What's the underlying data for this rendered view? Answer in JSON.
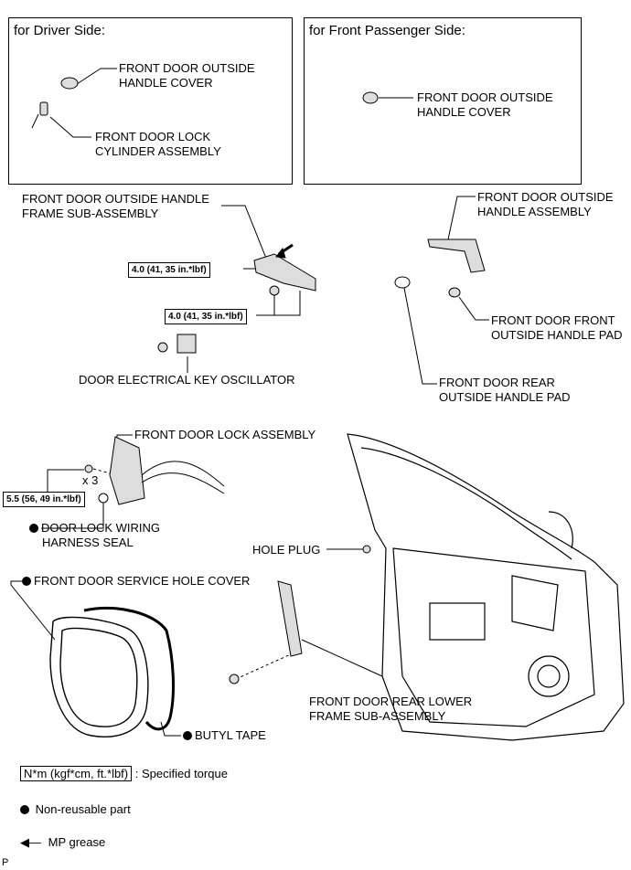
{
  "driver_box": {
    "title": "for Driver Side:",
    "handle_cover": [
      "FRONT DOOR OUTSIDE",
      "HANDLE COVER"
    ],
    "lock_cylinder": [
      "FRONT DOOR LOCK",
      "CYLINDER ASSEMBLY"
    ]
  },
  "passenger_box": {
    "title": "for Front Passenger Side:",
    "handle_cover": [
      "FRONT DOOR OUTSIDE",
      "HANDLE COVER"
    ]
  },
  "labels": {
    "frame_sub_assembly": [
      "FRONT DOOR OUTSIDE HANDLE",
      "FRAME SUB-ASSEMBLY"
    ],
    "outside_handle_assembly": [
      "FRONT DOOR OUTSIDE",
      "HANDLE ASSEMBLY"
    ],
    "front_handle_pad": [
      "FRONT DOOR FRONT",
      "OUTSIDE HANDLE PAD"
    ],
    "rear_handle_pad": [
      "FRONT DOOR REAR",
      "OUTSIDE HANDLE PAD"
    ],
    "key_oscillator": "DOOR ELECTRICAL KEY OSCILLATOR",
    "lock_assembly": "FRONT DOOR LOCK ASSEMBLY",
    "quantity": "x 3",
    "wiring_seal": [
      "DOOR LOCK WIRING",
      "HARNESS SEAL"
    ],
    "hole_plug": "HOLE PLUG",
    "service_hole_cover": "FRONT DOOR SERVICE HOLE COVER",
    "butyl_tape": "BUTYL TAPE",
    "rear_lower_frame": [
      "FRONT DOOR REAR LOWER",
      "FRAME SUB-ASSEMBLY"
    ]
  },
  "torques": {
    "t1": "4.0 (41, 35 in.*lbf)",
    "t2": "4.0 (41, 35 in.*lbf)",
    "t3": "5.5 (56, 49 in.*lbf)"
  },
  "legend": {
    "torque_unit": "N*m (kgf*cm, ft.*lbf)",
    "torque_desc": ": Specified torque",
    "non_reusable": "Non-reusable part",
    "mp_grease": "MP grease"
  },
  "footer_code": "P"
}
